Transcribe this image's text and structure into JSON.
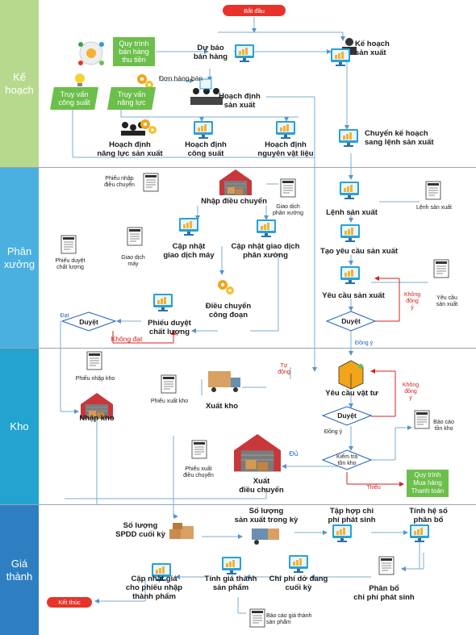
{
  "lanes": {
    "plan": "Kế\nhoạch",
    "workshop": "Phân\nxưởng",
    "warehouse": "Kho",
    "cost": "Giá\nthành"
  },
  "colors": {
    "plan": "#b7d98e",
    "workshop": "#4ab0df",
    "warehouse": "#23a3cf",
    "cost": "#2e7fc2",
    "accent_red": "#e8332a",
    "accent_green": "#6cbf4b",
    "arrow": "#7aaed0"
  },
  "terminals": {
    "start": "Bắt đầu",
    "end": "Kết thúc"
  },
  "plan": {
    "sales_process": "Quy trình\nbán hàng\nthu tiền",
    "forecast": "Dự báo\nbán hàng",
    "production_plan": "Kế hoạch\nsản xuất",
    "sales_order": "Đơn hàng bán",
    "query_output": "Truy vấn\ncông suất",
    "query_capacity": "Truy vấn\nnăng lực",
    "planning": "Hoạch định\nsản xuất",
    "plan_capacity": "Hoạch định\nnăng lực sản xuất",
    "plan_output": "Hoạch định\ncông suất",
    "plan_material": "Hoạch định\nnguyên vật liệu",
    "convert": "Chuyển kế hoạch\nsang lệnh sản xuất"
  },
  "workshop": {
    "transfer_slip": "Phiếu nhập\nđiều chuyển",
    "transfer_in": "Nhập điều chuyển",
    "ws_transaction": "Giao dịch\nphân xưởng",
    "machine_doc": "Giao dịch\nmáy",
    "update_machine": "Cập nhật\ngiao dịch máy",
    "update_ws": "Cập nhật giao dịch\nphân xưởng",
    "qc_slip": "Phiếu duyệt\nchất lượng",
    "stage_transfer": "Điều chuyển\ncông đoạn",
    "qc_approval": "Phiếu duyệt\nchất lượng",
    "approve": "Duyệt",
    "approve_label": "Đạt",
    "not_pass": "Không đạt",
    "order": "Lệnh sản xuất",
    "order_doc": "Lệnh sản xuất",
    "create_request": "Tạo yêu cầu sản xuất",
    "request": "Yêu cầu sản xuất",
    "request_doc": "Yêu cầu\nsản xuất",
    "disagree": "Không\nđồng\ný",
    "approve2": "Duyệt",
    "agree": "Đồng ý"
  },
  "warehouse": {
    "receipt_slip": "Phiếu nhập kho",
    "receipt": "Nhập kho",
    "issue_slip": "Phiếu xuất kho",
    "issue": "Xuất kho",
    "auto": "Tự\nđộng",
    "material_request": "Yêu cầu vật tư",
    "disagree": "Không\nđồng\ný",
    "approve": "Duyệt",
    "agree": "Đồng ý",
    "stock_report": "Báo cáo\ntồn kho",
    "check_stock": "Kiểm tra\ntồn kho",
    "enough": "Đủ",
    "shortage": "Thiếu",
    "purchase_process": "Quy trình\nMua hàng\nThanh toán",
    "transfer_issue_slip": "Phiếu xuất\nđiều chuyển",
    "transfer_issue": "Xuất\nđiều chuyển"
  },
  "cost": {
    "wip": "Số lượng\nSPDD cuối kỳ",
    "qty_produced": "Số lượng\nsản xuất trong kỳ",
    "gather_costs": "Tập hợp chi\nphí phát sinh",
    "allocation_ratio": "Tính hệ số\nphân bổ",
    "update_price": "Cập nhật giá\ncho phiếu nhập\nthành phẩm",
    "calc_cost": "Tính giá thành\nsản phẩm",
    "wip_cost": "Chi phí dở dang\ncuối kỳ",
    "allocate": "Phân bổ\nchi phí phát sinh",
    "cost_report": "Báo cáo giá thành\nsản phẩm"
  }
}
